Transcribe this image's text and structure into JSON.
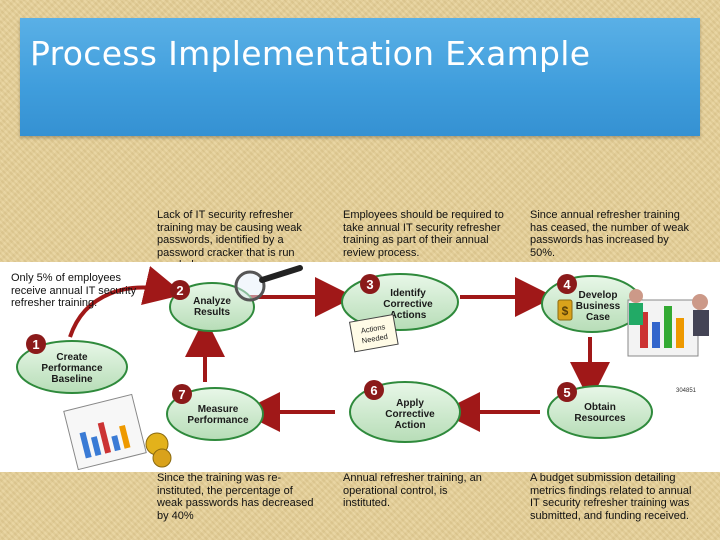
{
  "slide": {
    "title": "Process Implementation Example"
  },
  "notes": {
    "top_left": "Lack of IT security refresher training may be causing weak passwords, identified by a password cracker that is run regularly.",
    "top_middle": "Employees should be required to take annual IT security refresher training as part of their annual review process.",
    "top_right": "Since annual refresher training has ceased, the number of weak passwords has increased by 50%.",
    "left": "Only 5% of employees receive annual IT security refresher training.",
    "bottom_left": "Since the training was re-instituted, the percentage of weak passwords has decreased by 40%",
    "bottom_middle": "Annual refresher training, an operational control, is instituted.",
    "bottom_right": "A budget submission detailing metrics findings related to annual IT security refresher training was submitted, and funding received."
  },
  "diagram": {
    "steps": [
      {
        "num": "1",
        "lines": [
          "Create",
          "Performance",
          "Baseline"
        ]
      },
      {
        "num": "2",
        "lines": [
          "Analyze",
          "Results"
        ]
      },
      {
        "num": "3",
        "lines": [
          "Identify",
          "Corrective",
          "Actions"
        ]
      },
      {
        "num": "4",
        "lines": [
          "Develop",
          "Business",
          "Case"
        ]
      },
      {
        "num": "5",
        "lines": [
          "Obtain",
          "Resources"
        ]
      },
      {
        "num": "6",
        "lines": [
          "Apply",
          "Corrective",
          "Action"
        ]
      },
      {
        "num": "7",
        "lines": [
          "Measure",
          "Performance"
        ]
      }
    ],
    "sticky_note": [
      "Actions",
      "Needed"
    ],
    "image_code": "304851"
  },
  "colors": {
    "title_bar": "#3f9ddc",
    "step_badge": "#8b1a1a",
    "oval_fill": "#cfe9cf",
    "oval_border": "#2f8a3c",
    "cycle_arrow": "#a01818"
  }
}
